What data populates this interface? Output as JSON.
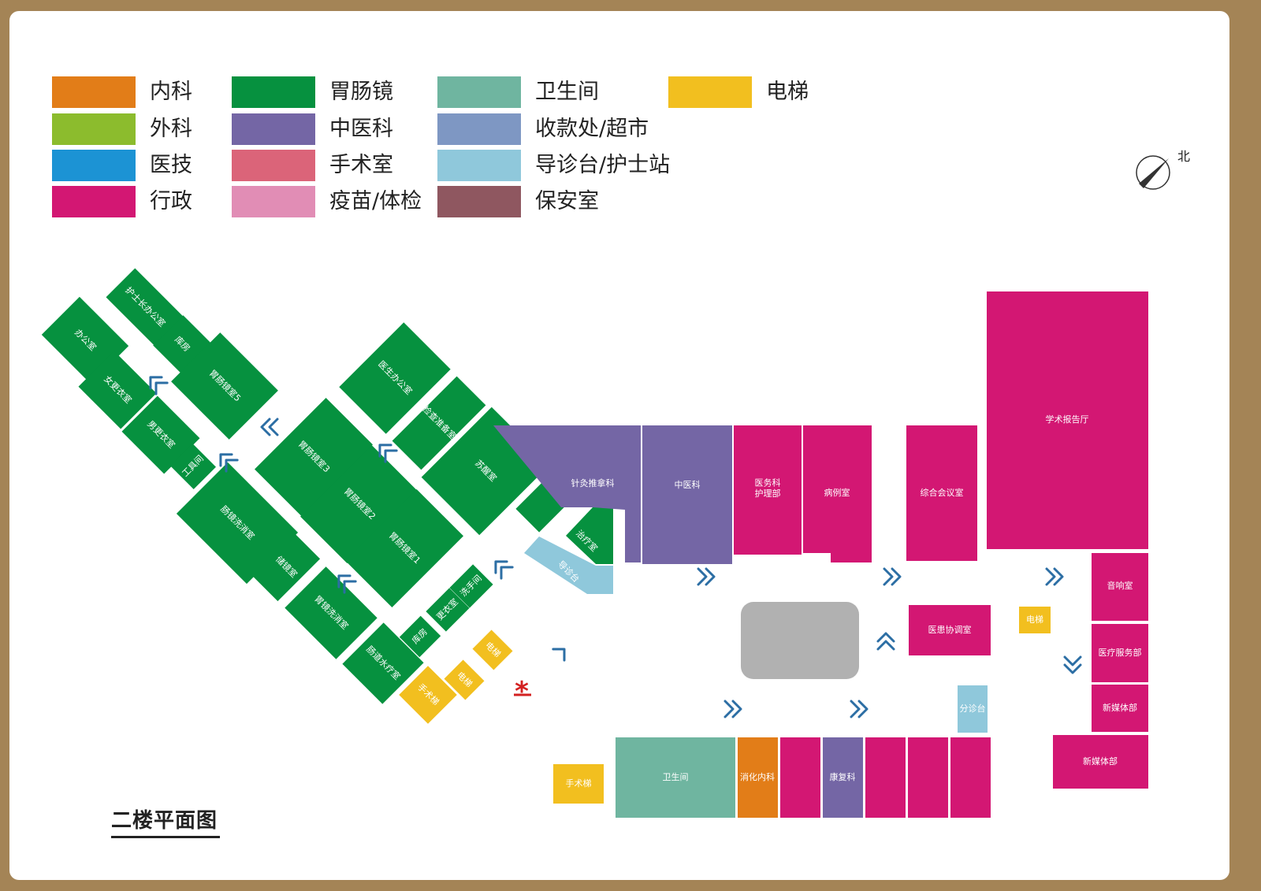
{
  "colors": {
    "neike": "#e27d18",
    "waike": "#8cbc2d",
    "yiji": "#1c93d4",
    "xingzheng": "#d31773",
    "weichangjing": "#06913f",
    "zhongyi": "#7466a5",
    "shoushu": "#db6479",
    "yimiao": "#e18db5",
    "weishengjian": "#6fb5a0",
    "shoukuan": "#7e97c3",
    "daozhen": "#8fc8db",
    "baoan": "#8f5760",
    "dianti": "#f2bf1f",
    "lobby": "#b1b1b1",
    "arrow": "#2c6ea4",
    "marker": "#d32121"
  },
  "legend": [
    {
      "label": "内科",
      "color_key": "neike"
    },
    {
      "label": "外科",
      "color_key": "waike"
    },
    {
      "label": "医技",
      "color_key": "yiji"
    },
    {
      "label": "行政",
      "color_key": "xingzheng"
    },
    {
      "label": "胃肠镜",
      "color_key": "weichangjing"
    },
    {
      "label": "中医科",
      "color_key": "zhongyi"
    },
    {
      "label": "手术室",
      "color_key": "shoushu"
    },
    {
      "label": "疫苗/体检",
      "color_key": "yimiao"
    },
    {
      "label": "卫生间",
      "color_key": "weishengjian"
    },
    {
      "label": "收款处/超市",
      "color_key": "shoukuan"
    },
    {
      "label": "导诊台/护士站",
      "color_key": "daozhen"
    },
    {
      "label": "保安室",
      "color_key": "baoan"
    },
    {
      "label": "电梯",
      "color_key": "dianti"
    }
  ],
  "compass": {
    "label": "北"
  },
  "title": "二楼平面图",
  "marker": "*",
  "rooms": [
    {
      "label": "护士长办公室",
      "color_key": "weichangjing"
    },
    {
      "label": "办公室",
      "color_key": "weichangjing"
    },
    {
      "label": "库房",
      "color_key": "weichangjing"
    },
    {
      "label": "胃肠镜室5",
      "color_key": "weichangjing"
    },
    {
      "label": "女更衣室",
      "color_key": "weichangjing"
    },
    {
      "label": "男更衣室",
      "color_key": "weichangjing"
    },
    {
      "label": "工具间",
      "color_key": "weichangjing"
    },
    {
      "label": "肠镜洗消室",
      "color_key": "weichangjing"
    },
    {
      "label": "储镜室",
      "color_key": "weichangjing"
    },
    {
      "label": "胃镜洗消室",
      "color_key": "weichangjing"
    },
    {
      "label": "肠道水疗室",
      "color_key": "weichangjing"
    },
    {
      "label": "胃肠镜室3",
      "color_key": "weichangjing"
    },
    {
      "label": "胃肠镜室2",
      "color_key": "weichangjing"
    },
    {
      "label": "胃肠镜室1",
      "color_key": "weichangjing"
    },
    {
      "label": "医生办公室",
      "color_key": "weichangjing"
    },
    {
      "label": "检查准备室",
      "color_key": "weichangjing"
    },
    {
      "label": "苏醒室",
      "color_key": "weichangjing"
    },
    {
      "label": "",
      "color_key": "weichangjing"
    },
    {
      "label": "治疗室",
      "color_key": "weichangjing"
    },
    {
      "label": "导诊台",
      "color_key": "daozhen"
    },
    {
      "label": "洗手间",
      "color_key": "weichangjing"
    },
    {
      "label": "更衣室",
      "color_key": "weichangjing"
    },
    {
      "label": "库房",
      "color_key": "weichangjing"
    },
    {
      "label": "电梯",
      "color_key": "dianti"
    },
    {
      "label": "电梯",
      "color_key": "dianti"
    },
    {
      "label": "手术梯",
      "color_key": "dianti"
    },
    {
      "label": "针灸推拿科",
      "color_key": "zhongyi"
    },
    {
      "label": "中医科",
      "color_key": "zhongyi"
    },
    {
      "label": "医务科\n护理部",
      "color_key": "xingzheng"
    },
    {
      "label": "病例室",
      "color_key": "xingzheng"
    },
    {
      "label": "综合会议室",
      "color_key": "xingzheng"
    },
    {
      "label": "学术报告厅",
      "color_key": "xingzheng"
    },
    {
      "label": "音响室",
      "color_key": "xingzheng"
    },
    {
      "label": "医疗服务部",
      "color_key": "xingzheng"
    },
    {
      "label": "新媒体部",
      "color_key": "xingzheng"
    },
    {
      "label": "新媒体部",
      "color_key": "xingzheng"
    },
    {
      "label": "电梯",
      "color_key": "dianti"
    },
    {
      "label": "医患协调室",
      "color_key": "xingzheng"
    },
    {
      "label": "分诊台",
      "color_key": "daozhen"
    },
    {
      "label": "",
      "color_key": "lobby"
    },
    {
      "label": "手术梯",
      "color_key": "dianti"
    },
    {
      "label": "卫生间",
      "color_key": "weishengjian"
    },
    {
      "label": "消化内科",
      "color_key": "neike"
    },
    {
      "label": "",
      "color_key": "xingzheng"
    },
    {
      "label": "康复科",
      "color_key": "zhongyi"
    },
    {
      "label": "",
      "color_key": "xingzheng"
    },
    {
      "label": "",
      "color_key": "xingzheng"
    },
    {
      "label": "",
      "color_key": "xingzheng"
    }
  ]
}
